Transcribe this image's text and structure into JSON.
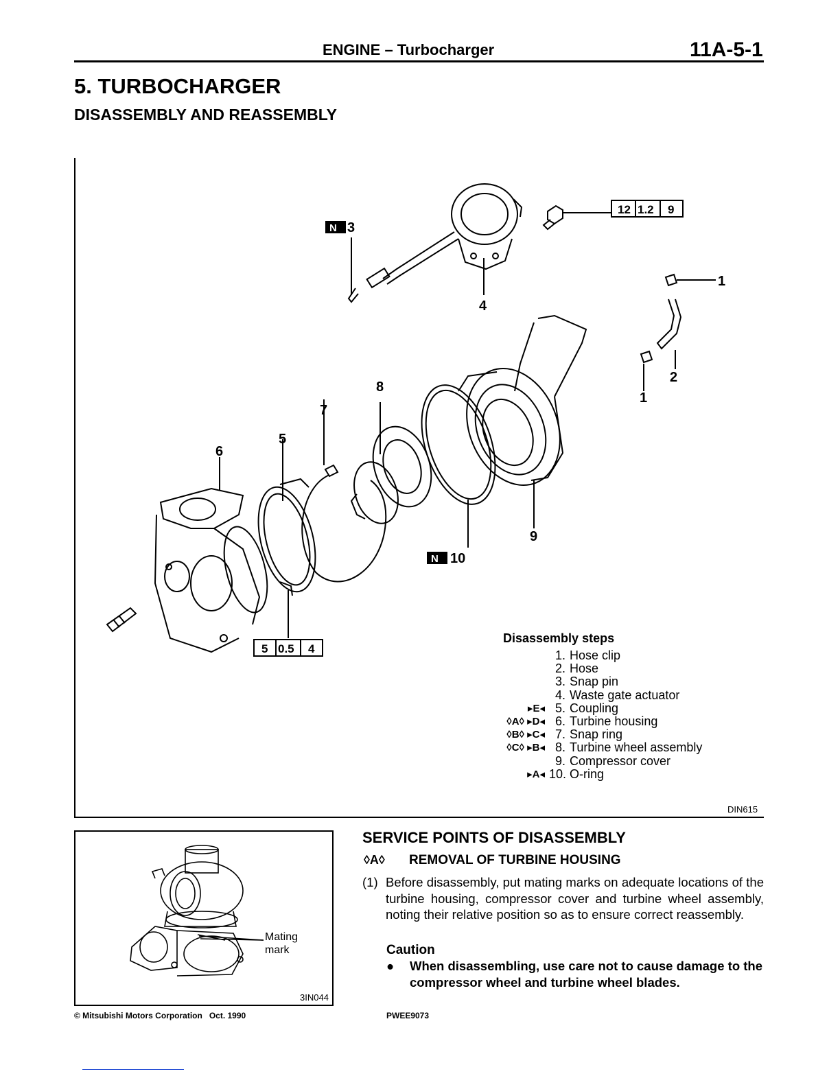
{
  "header": {
    "title": "ENGINE – Turbocharger",
    "page_code": "11A-5-1"
  },
  "section": {
    "title": "5. TURBOCHARGER",
    "subtitle": "DISASSEMBLY AND REASSEMBLY"
  },
  "diagram": {
    "callouts": {
      "c1a": "1",
      "c1b": "1",
      "c2": "2",
      "c3": "3",
      "c4": "4",
      "c5": "5",
      "c6": "6",
      "c7": "7",
      "c8": "8",
      "c9": "9",
      "c10": "10"
    },
    "torque_waste_gate": [
      "12",
      "1.2",
      "9"
    ],
    "torque_coupling": [
      "5",
      "0.5",
      "4"
    ],
    "new_part_mark": "N",
    "figure_code": "DIN615"
  },
  "steps": {
    "title": "Disassembly steps",
    "items": [
      {
        "marks": "",
        "num": "1.",
        "name": "Hose clip"
      },
      {
        "marks": "",
        "num": "2.",
        "name": "Hose"
      },
      {
        "marks": "",
        "num": "3.",
        "name": "Snap pin"
      },
      {
        "marks": "",
        "num": "4.",
        "name": "Waste gate actuator"
      },
      {
        "marks": "▸E◂",
        "num": "5.",
        "name": "Coupling"
      },
      {
        "marks": "◊A◊ ▸D◂",
        "num": "6.",
        "name": "Turbine housing"
      },
      {
        "marks": "◊B◊ ▸C◂",
        "num": "7.",
        "name": "Snap ring"
      },
      {
        "marks": "◊C◊ ▸B◂",
        "num": "8.",
        "name": "Turbine wheel assembly"
      },
      {
        "marks": "",
        "num": "9.",
        "name": "Compressor cover"
      },
      {
        "marks": "▸A◂",
        "num": "10.",
        "name": "O-ring"
      }
    ]
  },
  "photo": {
    "label": "Mating mark",
    "code": "3IN044"
  },
  "service": {
    "title": "SERVICE POINTS OF DISASSEMBLY",
    "marker": "◊A◊",
    "subtitle": "REMOVAL OF TURBINE HOUSING",
    "item_num": "(1)",
    "item_text": "Before disassembly, put mating marks on adequate locations of the turbine housing, compressor cover and turbine wheel assembly, noting their relative position so as to ensure correct reassembly.",
    "caution_label": "Caution",
    "caution_bullet": "●",
    "caution_text": "When disassembling, use care not to cause damage to the compressor wheel and turbine wheel blades."
  },
  "footer": {
    "left": "© Mitsubishi Motors Corporation   Oct. 1990",
    "mid": "PWEE9073"
  }
}
